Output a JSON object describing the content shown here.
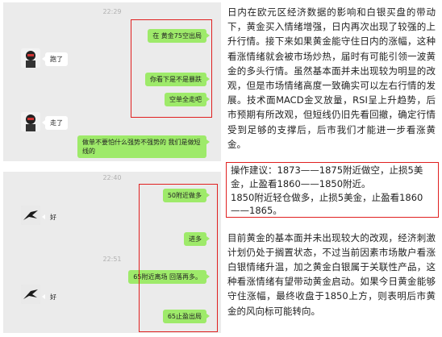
{
  "chat_top": {
    "time": "22:29",
    "messages": [
      {
        "side": "right",
        "text": "在 黄金75空出局"
      },
      {
        "side": "left",
        "text": "跑了"
      },
      {
        "side": "right",
        "text": "你看下是不是暴跌"
      },
      {
        "side": "right",
        "text": "空单全走吧"
      },
      {
        "side": "left",
        "text": "走了"
      },
      {
        "side": "right",
        "text": "做单不要怕什么强势不强势的 我们是做短线的"
      }
    ]
  },
  "chat_bottom": {
    "time1": "22:40",
    "time2": "22:51",
    "messages": [
      {
        "side": "right",
        "text": "50附近做多"
      },
      {
        "side": "left",
        "text": "好"
      },
      {
        "side": "right",
        "text": "进多"
      },
      {
        "side": "right",
        "text": "65附近离场 回落再多。"
      },
      {
        "side": "left",
        "text": "好"
      },
      {
        "side": "right",
        "text": "65止盈出局"
      }
    ]
  },
  "article": {
    "para1": "日内在欧元区经济数据的影响和白银买盘的带动下，黄金买入情绪增强，日内再次出现了较强的上升行情。接下来如果黄金能守住日内的涨幅，这种看涨情绪就会被市场炒热，届时有可能引领一波黄金的多头行情。虽然基本面并未出现较为明显的改观，但是市场情绪高度一致确实可以左右行情的发展。技术面MACD金叉放量，RSI呈上升趋势，后市预期有所改观，但短线仍旧先看回撤，确定行情受到足够的支撑后，后市我们才能进一步看涨黄金。",
    "advice_line1": "操作建议：1873——1875附近做空，止损5美金，止盈看1860——1850附近。",
    "advice_line2": "1850附近轻仓做多，止损5美金，止盈看1860——1865。",
    "para2": "目前黄金的基本面并未出现较大的改观，经济刺激计划仍处于搁置状态，不过当前因素市场散户看涨白银情绪升温，加之黄金白银属于关联性产品，这种看涨情绪有望带动黄金启动。如果今日黄金能够守住涨幅，最终收盘于1850上方，则表明后市黄金的风向标可能转向。"
  },
  "colors": {
    "bubble_green": "#9eea6a",
    "highlight_red": "#e02020",
    "chat_bg": "#ebebeb"
  }
}
